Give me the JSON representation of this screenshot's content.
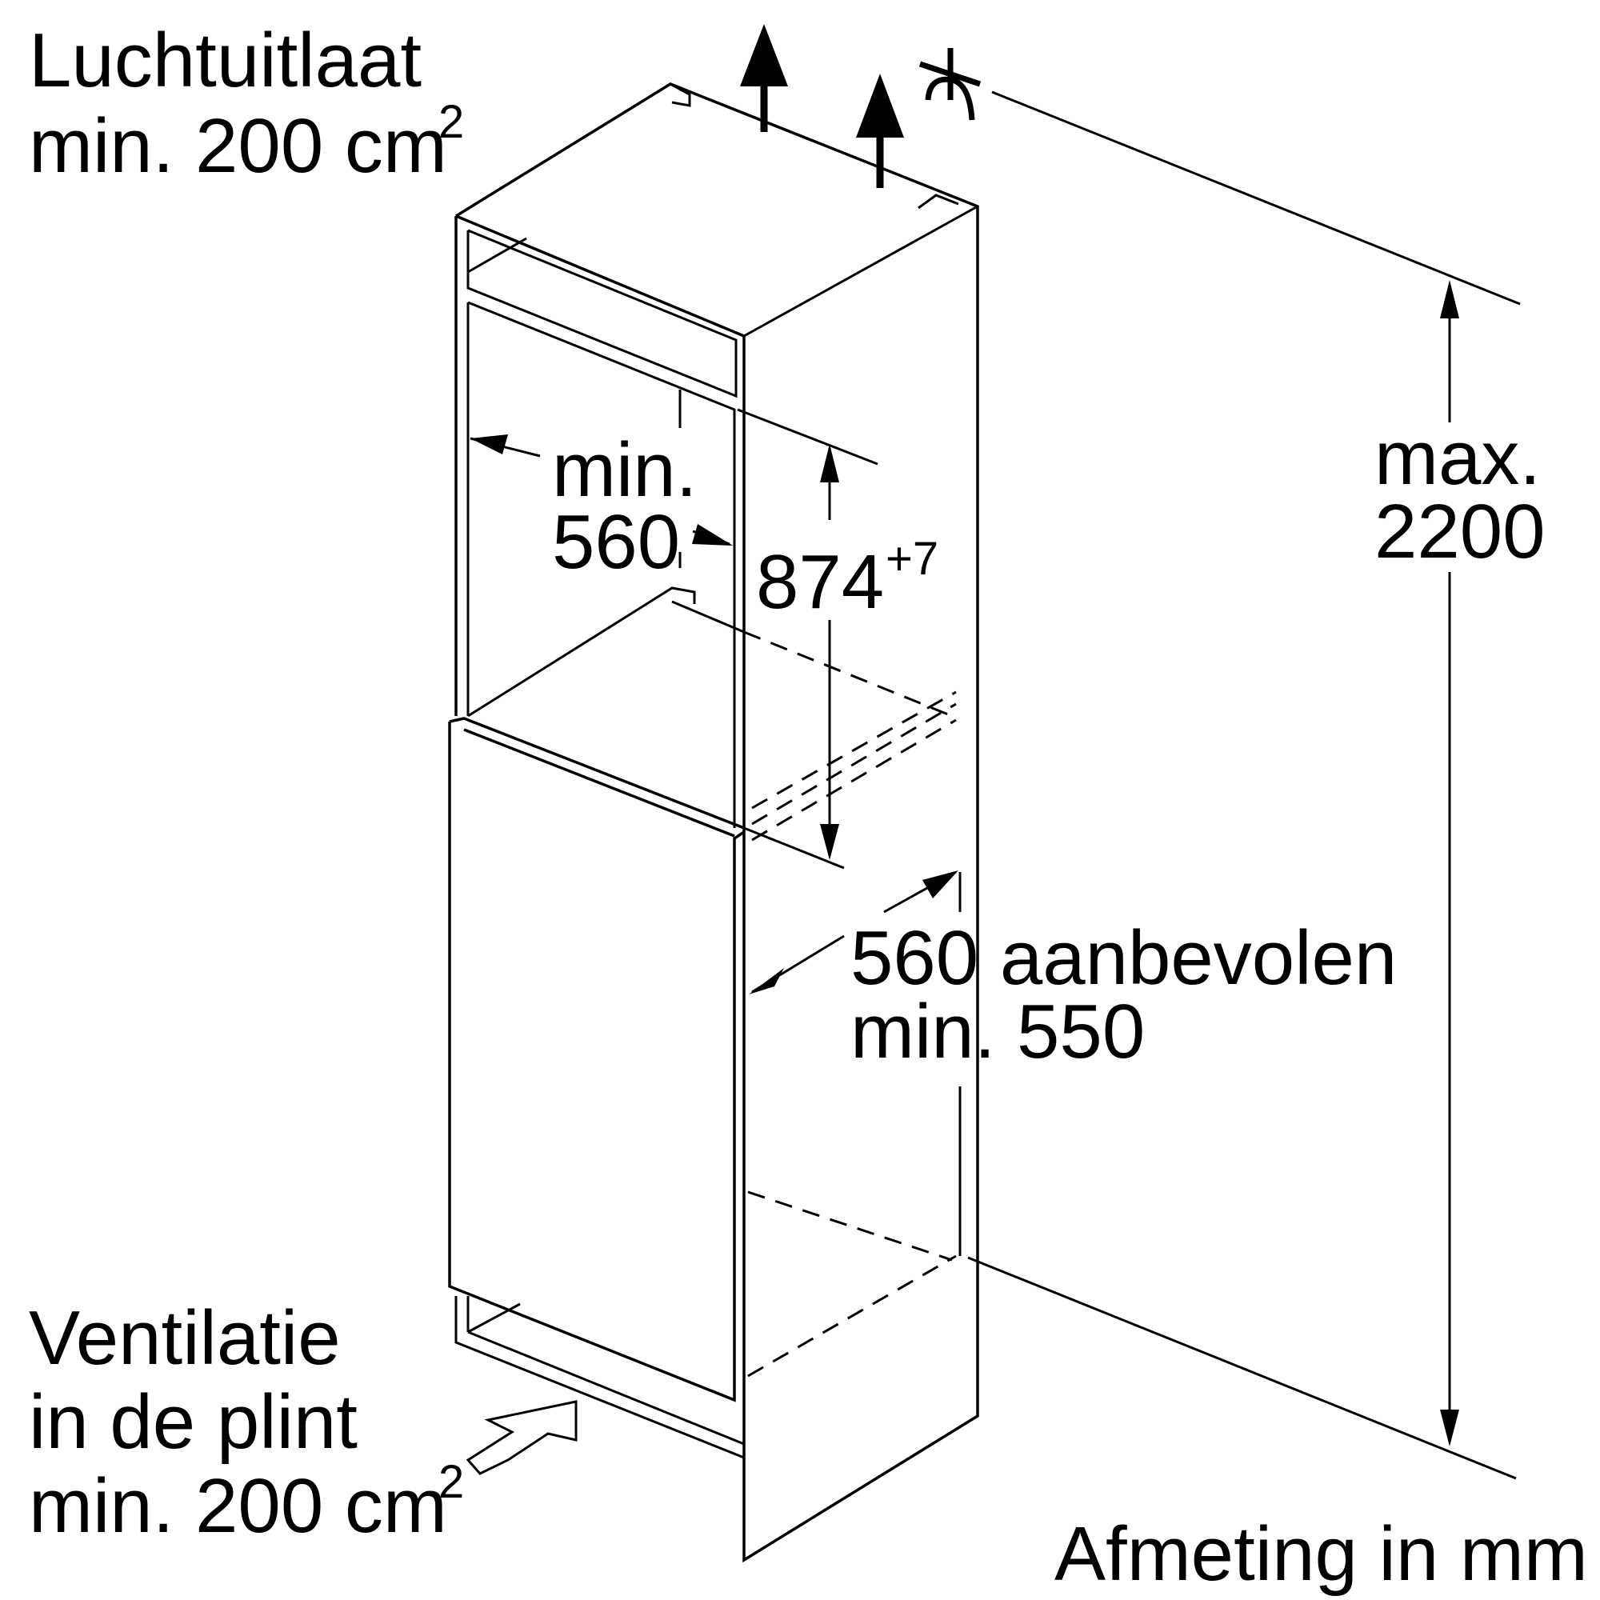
{
  "labels": {
    "air_outlet_line1": "Luchtuitlaat",
    "air_outlet_line2": "min. 200 cm",
    "air_outlet_sup": "2",
    "ventilation_line1": "Ventilatie",
    "ventilation_line2": "in de plint",
    "ventilation_line3": "min. 200 cm",
    "ventilation_sup": "2",
    "inner_width_line1": "min.",
    "inner_width_line2": "560",
    "niche_height_value": "874",
    "niche_height_tolerance": "+7",
    "depth_line1": "560 aanbevolen",
    "depth_line2": "min. 550",
    "max_height_line1": "max.",
    "max_height_line2": "2200",
    "units_note": "Afmeting in mm"
  },
  "icons": [
    "air-outlet-arrow-icon",
    "air-inlet-arrow-icon",
    "dimension-arrow-icon",
    "max-height-break-symbol-icon"
  ]
}
